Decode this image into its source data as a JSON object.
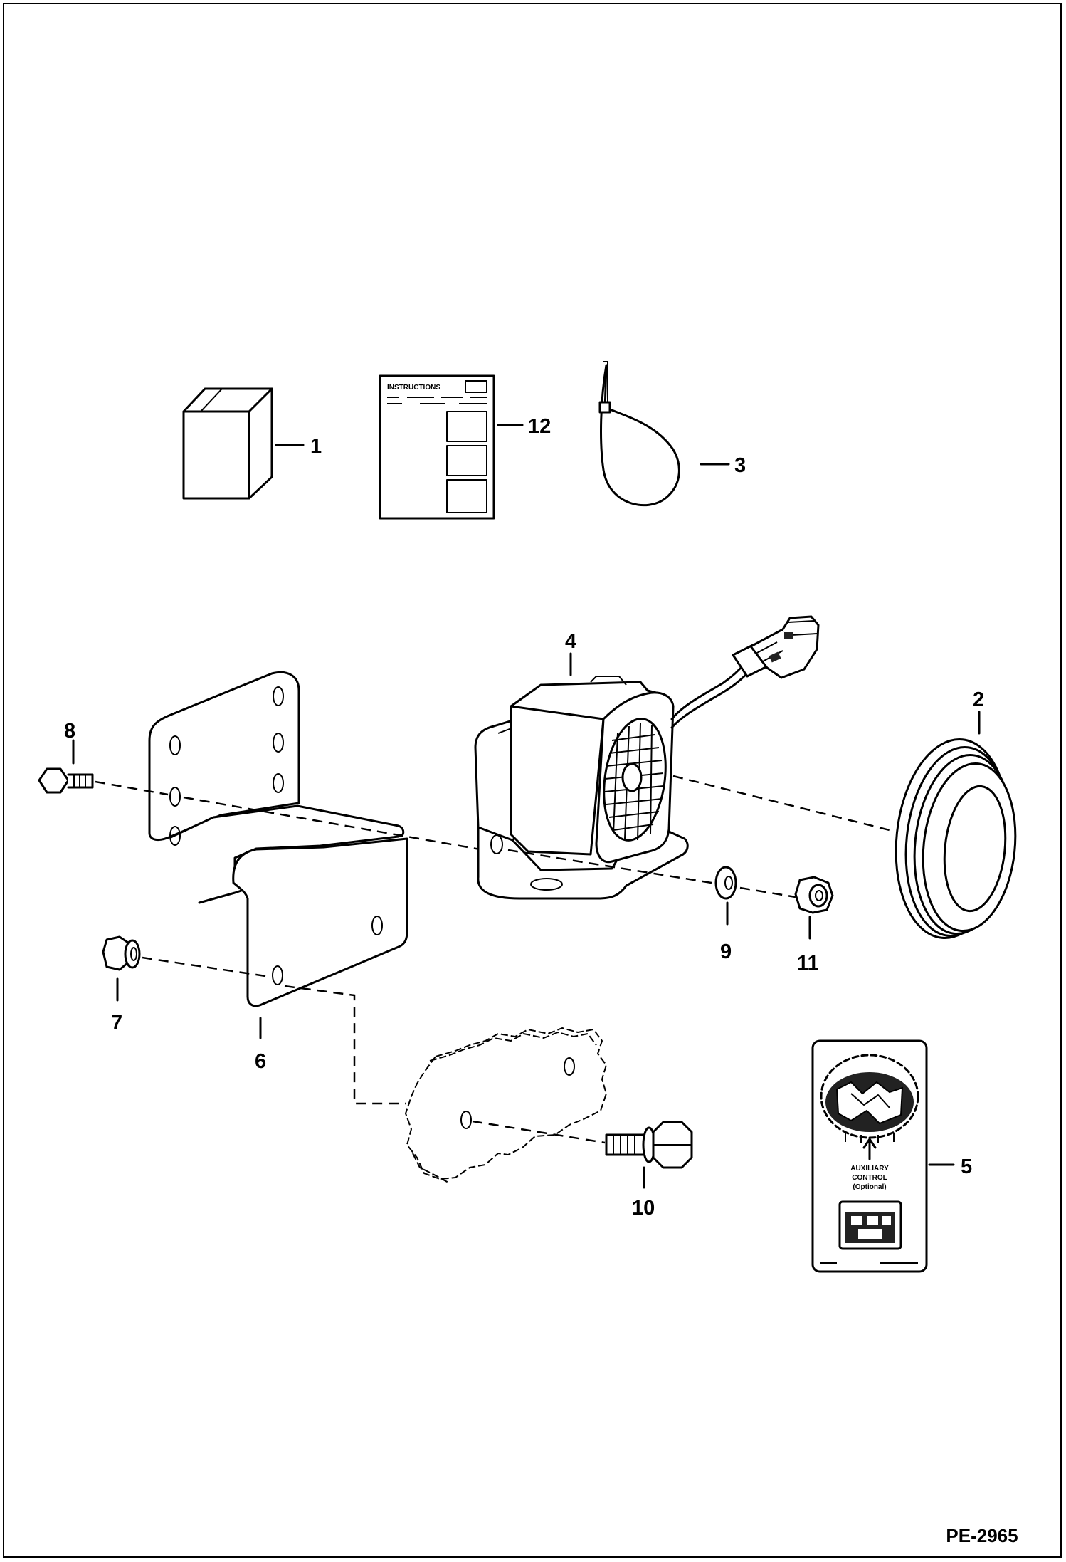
{
  "figure_id": "PE-2965",
  "callouts": {
    "c1": "1",
    "c2": "2",
    "c3": "3",
    "c4": "4",
    "c5": "5",
    "c6": "6",
    "c7": "7",
    "c8": "8",
    "c9": "9",
    "c10": "10",
    "c11": "11",
    "c12": "12"
  },
  "instructions_sheet": {
    "heading": "INSTRUCTIONS"
  },
  "decal": {
    "line1": "AUXILIARY",
    "line2": "CONTROL",
    "line3": "(Optional)"
  }
}
